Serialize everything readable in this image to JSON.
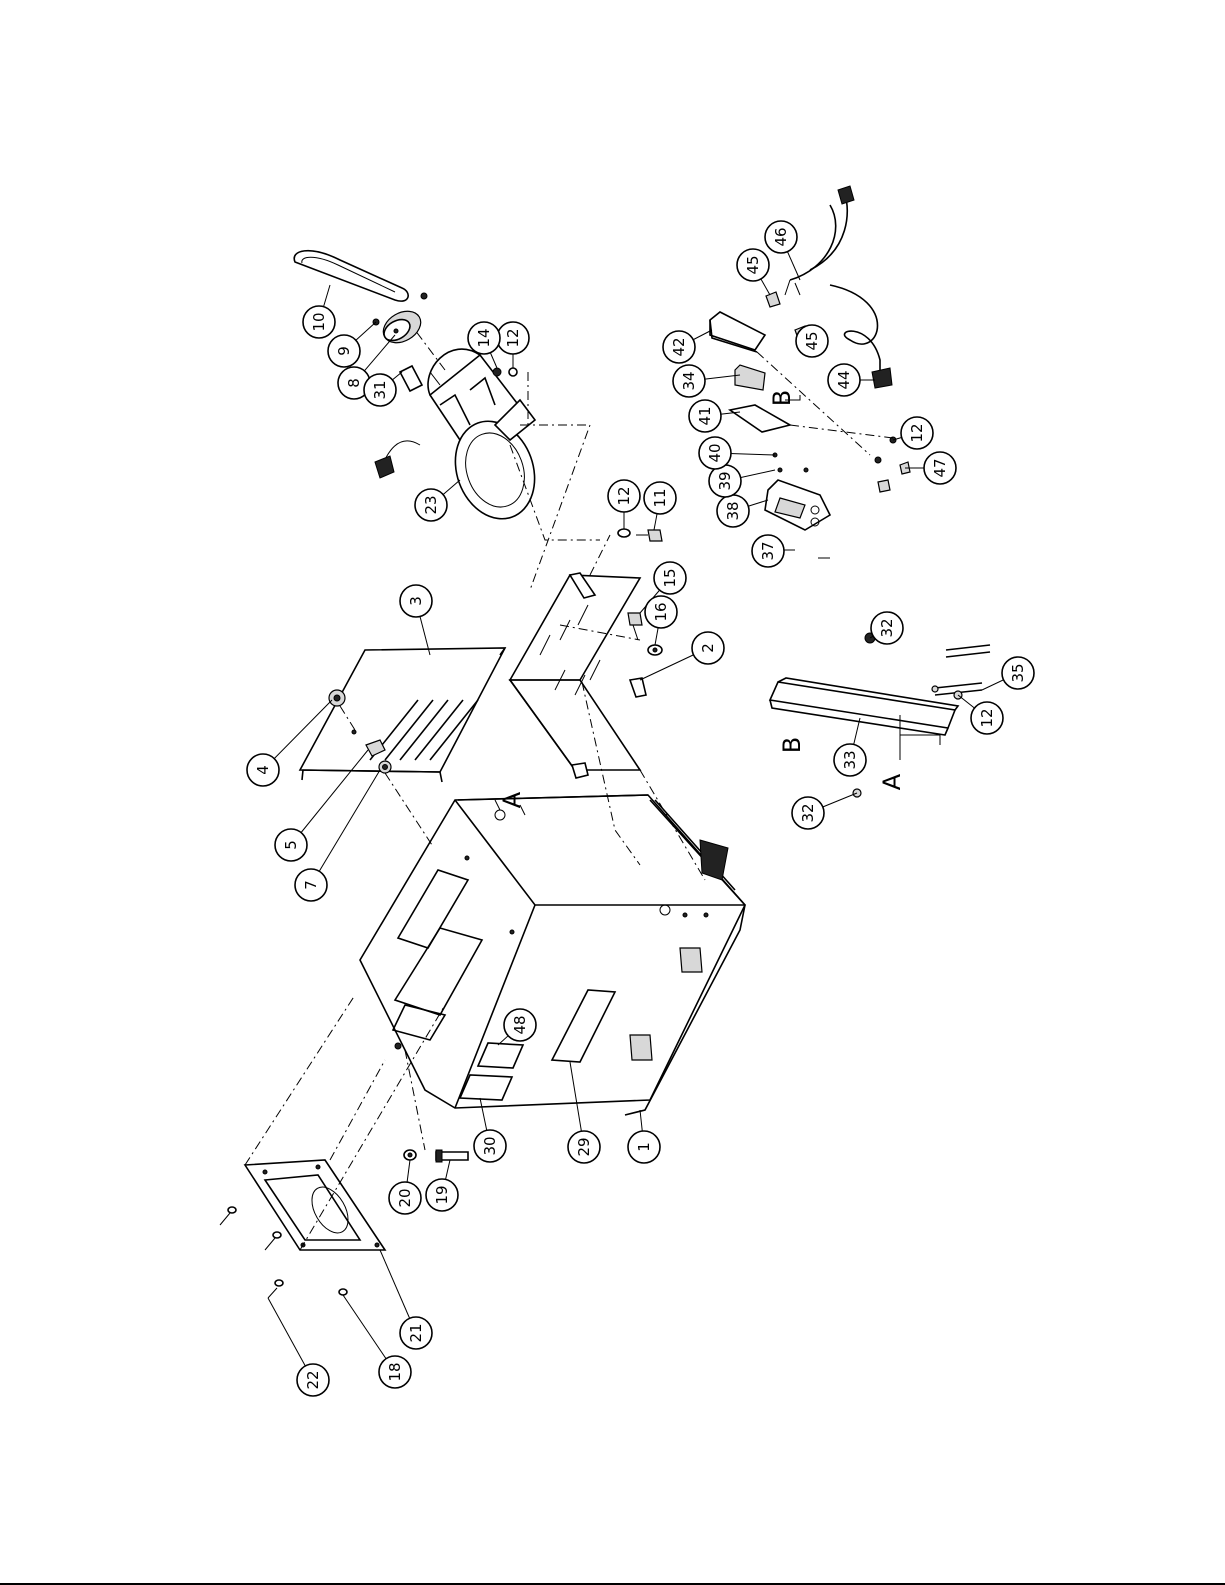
{
  "callouts": [
    {
      "label": "1"
    },
    {
      "label": "2"
    },
    {
      "label": "3"
    },
    {
      "label": "4"
    },
    {
      "label": "5"
    },
    {
      "label": "7"
    },
    {
      "label": "8"
    },
    {
      "label": "9"
    },
    {
      "label": "10"
    },
    {
      "label": "11"
    },
    {
      "label": "12"
    },
    {
      "label": "12"
    },
    {
      "label": "12"
    },
    {
      "label": "12"
    },
    {
      "label": "14"
    },
    {
      "label": "15"
    },
    {
      "label": "16"
    },
    {
      "label": "18"
    },
    {
      "label": "19"
    },
    {
      "label": "20"
    },
    {
      "label": "21"
    },
    {
      "label": "22"
    },
    {
      "label": "23"
    },
    {
      "label": "29"
    },
    {
      "label": "30"
    },
    {
      "label": "31"
    },
    {
      "label": "32"
    },
    {
      "label": "32"
    },
    {
      "label": "33"
    },
    {
      "label": "34"
    },
    {
      "label": "35"
    },
    {
      "label": "37"
    },
    {
      "label": "38"
    },
    {
      "label": "39"
    },
    {
      "label": "40"
    },
    {
      "label": "41"
    },
    {
      "label": "42"
    },
    {
      "label": "44"
    },
    {
      "label": "45"
    },
    {
      "label": "45"
    },
    {
      "label": "46"
    },
    {
      "label": "47"
    },
    {
      "label": "48"
    }
  ],
  "detail_markers": [
    {
      "letter": "A"
    },
    {
      "letter": "A"
    },
    {
      "letter": "B"
    },
    {
      "letter": "B"
    }
  ]
}
